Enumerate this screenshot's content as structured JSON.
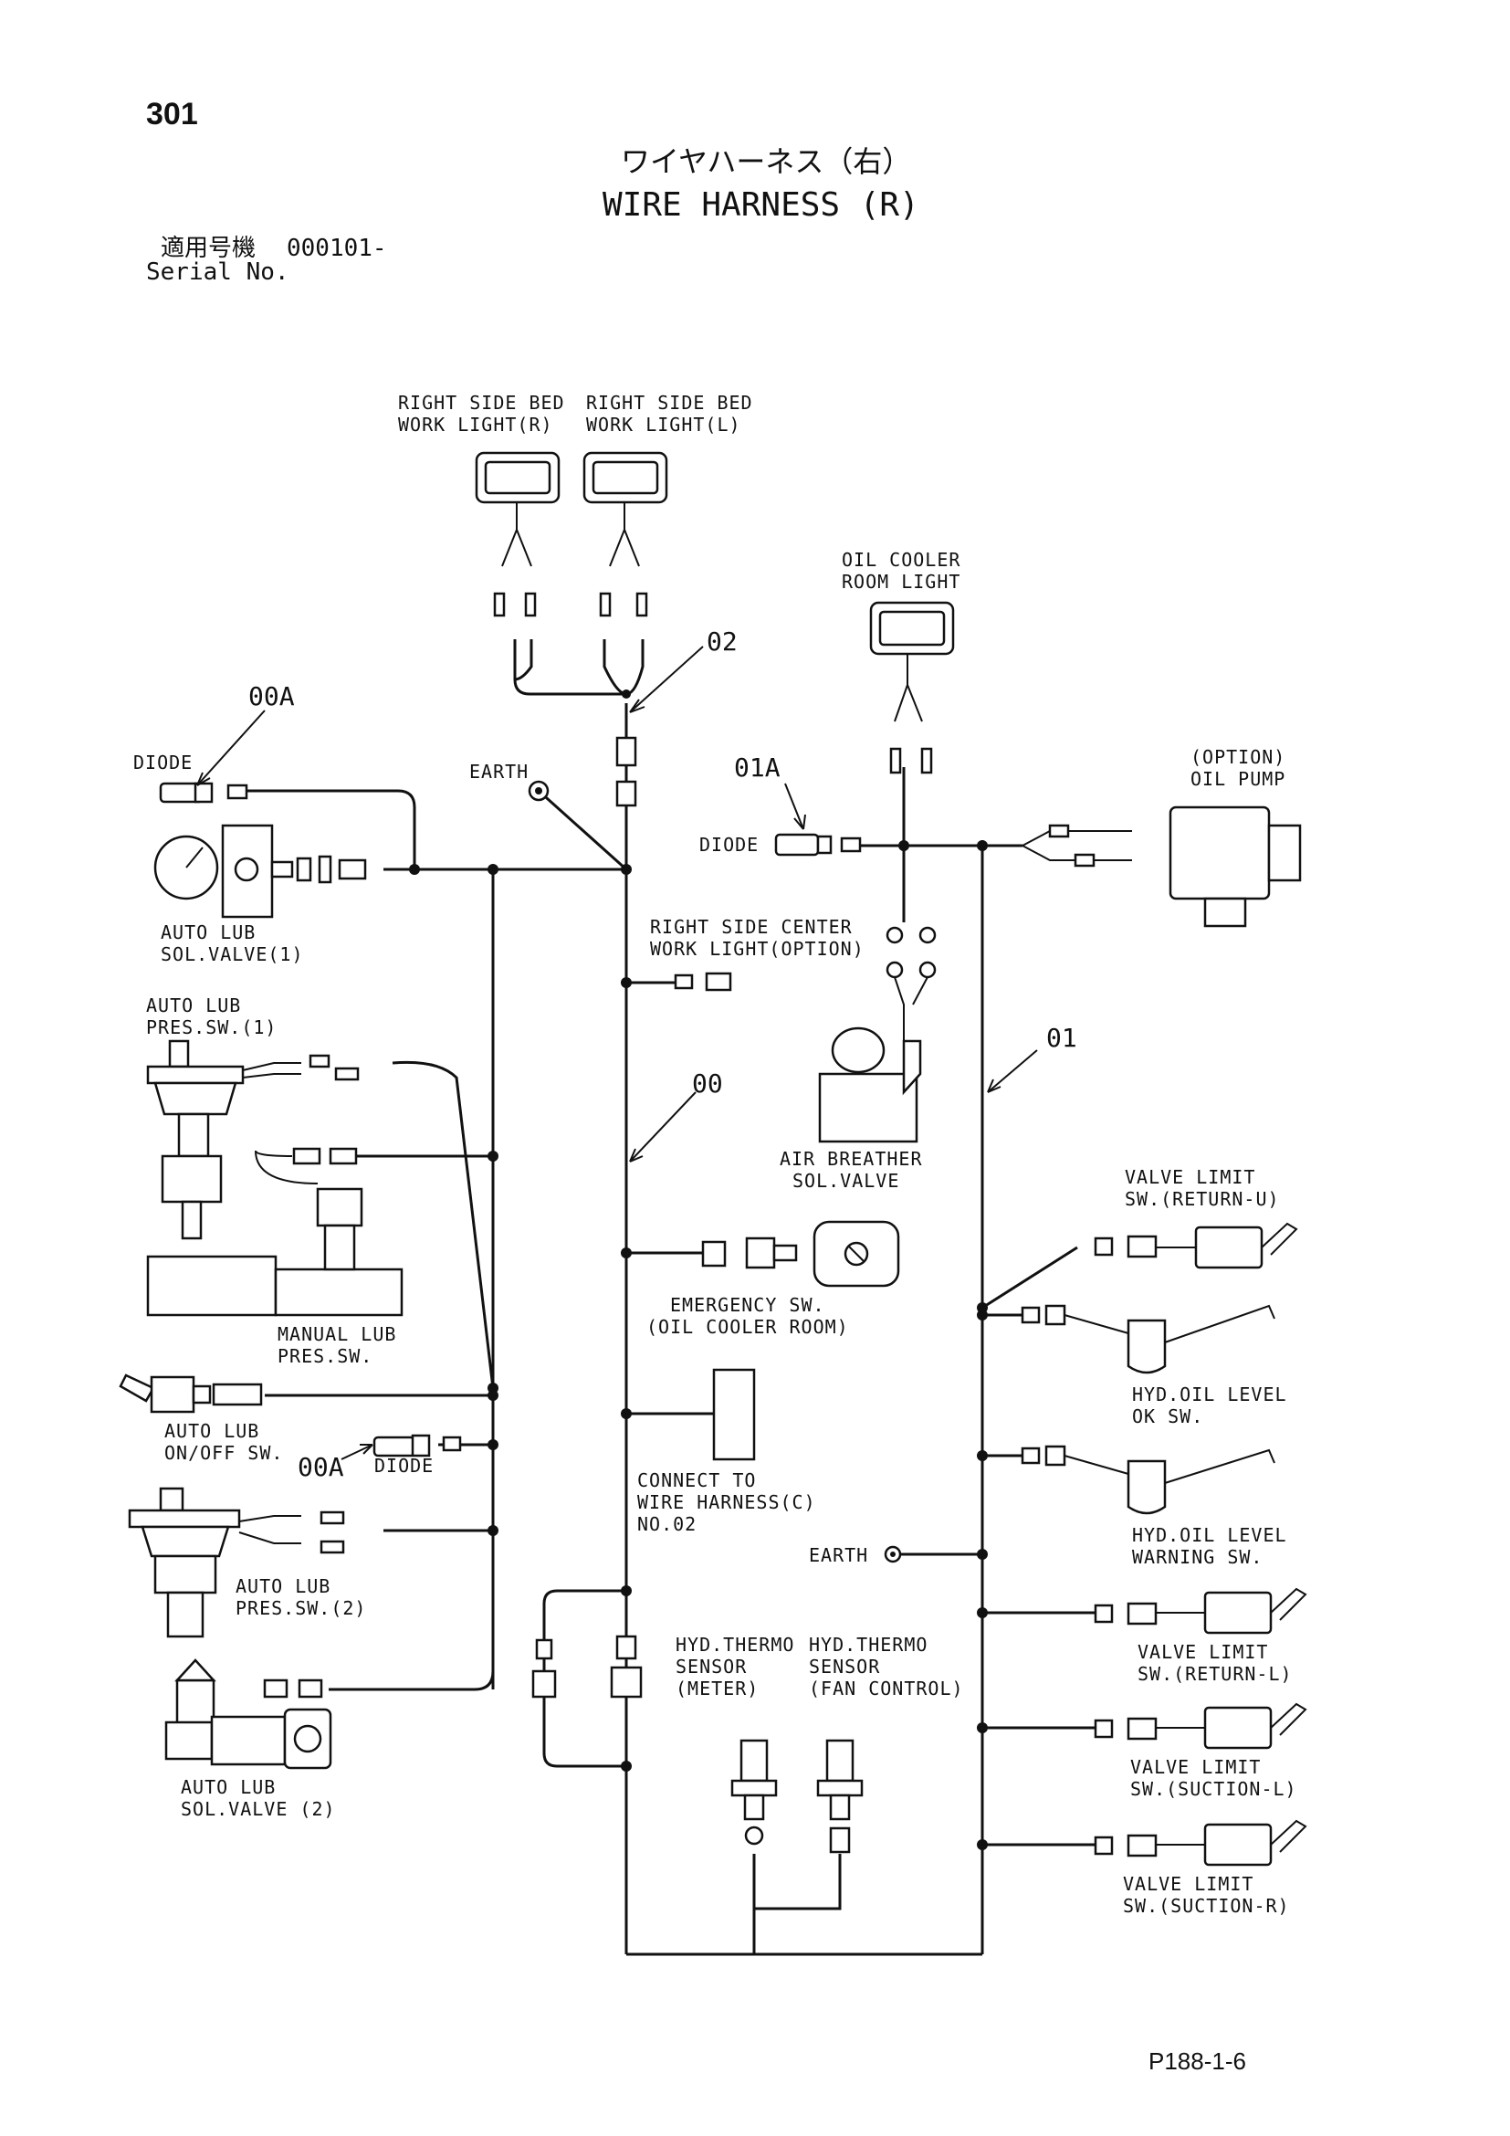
{
  "header": {
    "page_number": "301",
    "title_jp": "ワイヤハーネス（右）",
    "title_en": "WIRE HARNESS (R)",
    "serial_jp": "適用号機",
    "serial_value": "000101-",
    "serial_en": "Serial No.",
    "page_code": "P188-1-6"
  },
  "callouts": {
    "c00": "00",
    "c01": "01",
    "c02": "02",
    "c00a_top": "00A",
    "c00a_bottom": "00A",
    "c01a": "01A"
  },
  "labels": {
    "bed_light_r": [
      "RIGHT SIDE BED",
      "WORK LIGHT(R)"
    ],
    "bed_light_l": [
      "RIGHT SIDE BED",
      "WORK LIGHT(L)"
    ],
    "oil_cooler_light": [
      "OIL COOLER",
      "ROOM LIGHT"
    ],
    "oil_pump": [
      "(OPTION)",
      "OIL PUMP"
    ],
    "diode_top": "DIODE",
    "diode_01a": "DIODE",
    "diode_bottom": "DIODE",
    "earth_top": "EARTH",
    "earth_bottom": "EARTH",
    "auto_lub_sol_valve_1": [
      "AUTO LUB",
      "SOL.VALVE(1)"
    ],
    "auto_lub_pres_sw_1": [
      "AUTO LUB",
      "PRES.SW.(1)"
    ],
    "center_work_light": [
      "RIGHT SIDE CENTER",
      "WORK LIGHT(OPTION)"
    ],
    "air_breather": [
      "AIR BREATHER",
      "SOL.VALVE"
    ],
    "manual_lub_pres_sw": [
      "MANUAL LUB",
      "PRES.SW."
    ],
    "emergency_sw": [
      "EMERGENCY SW.",
      "(OIL COOLER ROOM)"
    ],
    "auto_lub_on_off": [
      "AUTO LUB",
      "ON/OFF SW."
    ],
    "connect_harness": [
      "CONNECT TO",
      "WIRE HARNESS(C)",
      "NO.02"
    ],
    "auto_lub_pres_sw_2": [
      "AUTO LUB",
      "PRES.SW.(2)"
    ],
    "hyd_thermo_meter": [
      "HYD.THERMO",
      "SENSOR",
      "(METER)"
    ],
    "hyd_thermo_fan": [
      "HYD.THERMO",
      "SENSOR",
      "(FAN CONTROL)"
    ],
    "auto_lub_sol_valve_2": [
      "AUTO LUB",
      "SOL.VALVE (2)"
    ],
    "valve_limit_return_u": [
      "VALVE LIMIT",
      "SW.(RETURN-U)"
    ],
    "hyd_oil_level_ok": [
      "HYD.OIL LEVEL",
      "OK SW."
    ],
    "hyd_oil_level_warning": [
      "HYD.OIL LEVEL",
      "WARNING SW."
    ],
    "valve_limit_return_l": [
      "VALVE LIMIT",
      "SW.(RETURN-L)"
    ],
    "valve_limit_suction_l": [
      "VALVE LIMIT",
      "SW.(SUCTION-L)"
    ],
    "valve_limit_suction_r": [
      "VALVE LIMIT",
      "SW.(SUCTION-R)"
    ]
  }
}
